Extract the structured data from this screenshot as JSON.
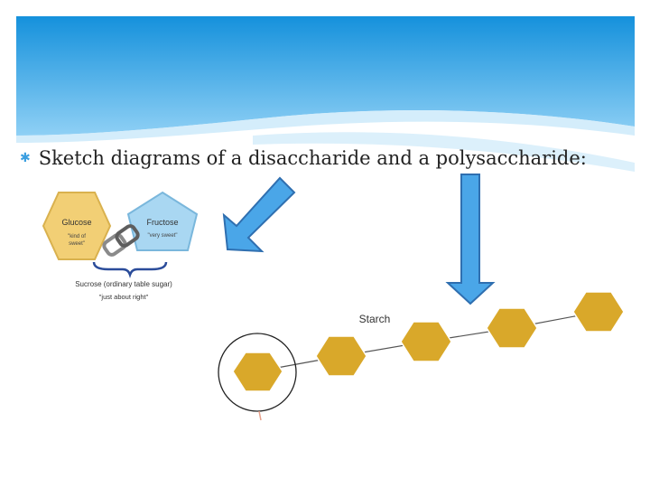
{
  "bullet_text": "Sketch diagrams of a disaccharide and a polysaccharide:",
  "colors": {
    "header_top": "#1591dc",
    "header_bottom": "#8fd0f5",
    "arrow_fill": "#4aa6e8",
    "arrow_stroke": "#2f6fb0",
    "glucose_fill": "#f2cf75",
    "fructose_fill": "#a9d7f2",
    "starch_fill": "#d9a82a",
    "bracket": "#2b4c9a"
  },
  "disaccharide": {
    "glucose_label": "Glucose",
    "glucose_desc_1": "\"kind of",
    "glucose_desc_2": "sweet\"",
    "fructose_label": "Fructose",
    "fructose_desc": "\"very sweet\"",
    "caption": "Sucrose (ordinary table sugar)",
    "subcaption": "\"just about right\""
  },
  "polysaccharide": {
    "label": "Starch"
  }
}
